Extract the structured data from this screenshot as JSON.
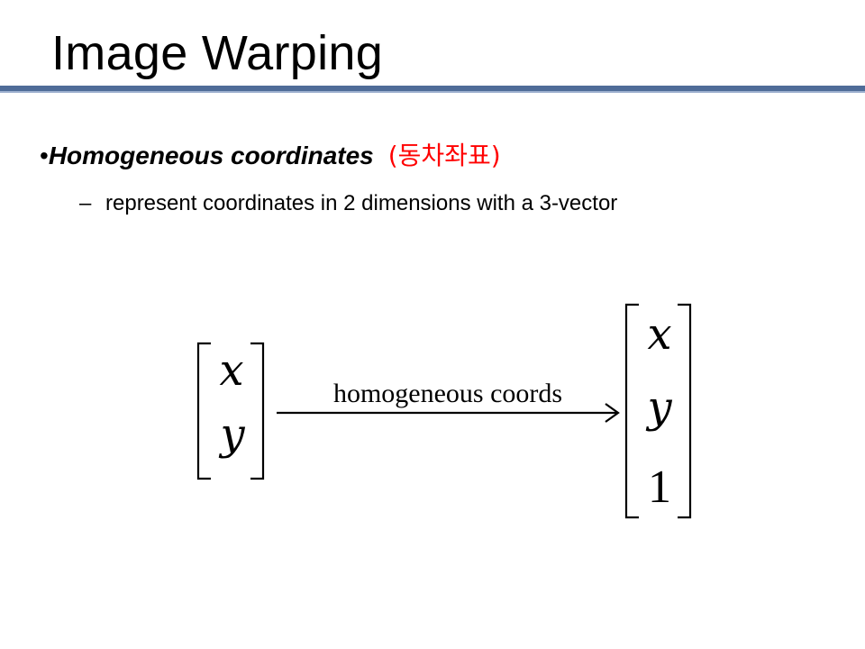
{
  "slide": {
    "title": "Image Warping",
    "accent_color": "#4f6c98",
    "note_color": "#ff0000"
  },
  "bullet": {
    "marker": "•",
    "text": "Homogeneous coordinates",
    "note": "(동차좌표)"
  },
  "sub_bullet": {
    "marker": "–",
    "text": "represent coordinates in 2 dimensions with a 3-vector"
  },
  "diagram": {
    "left_vector": [
      "x",
      "y"
    ],
    "arrow_label": "homogeneous coords",
    "right_vector": [
      "x",
      "y",
      "1"
    ]
  }
}
